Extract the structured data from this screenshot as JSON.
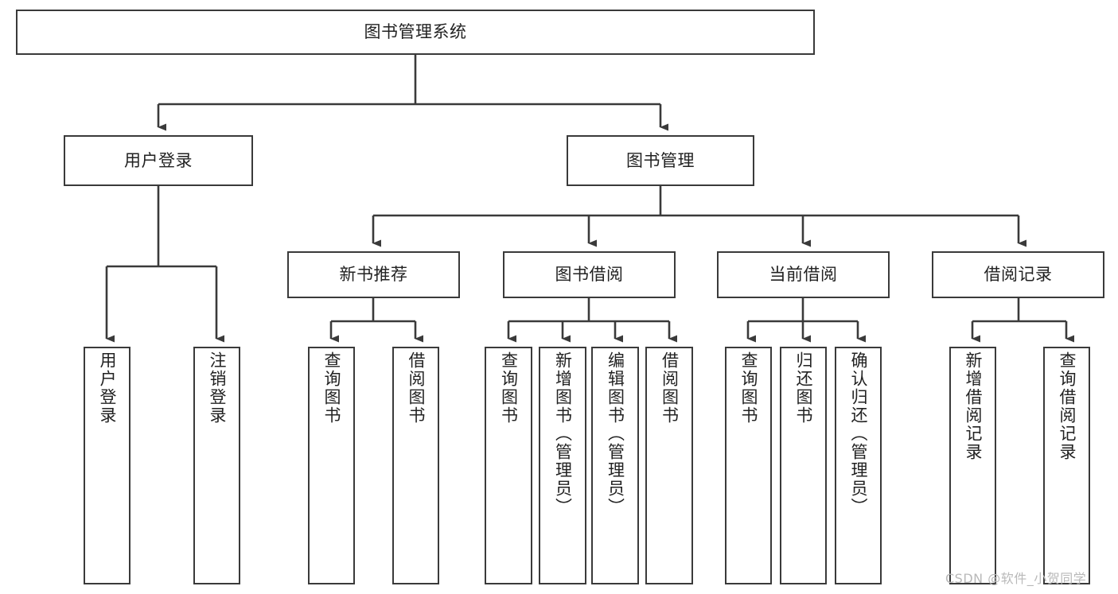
{
  "diagram": {
    "title": "图书管理系统",
    "type": "tree-hierarchy-chart",
    "root": {
      "id": "root",
      "label": "图书管理系统"
    },
    "level2": [
      {
        "id": "user-login",
        "label": "用户登录"
      },
      {
        "id": "book-manage",
        "label": "图书管理"
      }
    ],
    "level3": [
      {
        "id": "new-book-rec",
        "label": "新书推荐"
      },
      {
        "id": "book-borrow",
        "label": "图书借阅"
      },
      {
        "id": "current-borrow",
        "label": "当前借阅"
      },
      {
        "id": "borrow-record",
        "label": "借阅记录"
      }
    ],
    "leaves": {
      "user_login": [
        {
          "id": "leaf-user-login",
          "label": "用户登录"
        },
        {
          "id": "leaf-logout-login",
          "label": "注销登录"
        }
      ],
      "new_book_rec": [
        {
          "id": "leaf-query-book-1",
          "label": "查询图书"
        },
        {
          "id": "leaf-borrow-book-1",
          "label": "借阅图书"
        }
      ],
      "book_borrow": [
        {
          "id": "leaf-query-book-2",
          "label": "查询图书"
        },
        {
          "id": "leaf-add-book",
          "label": "新增图书（管理员）"
        },
        {
          "id": "leaf-edit-book",
          "label": "编辑图书（管理员）"
        },
        {
          "id": "leaf-borrow-book-2",
          "label": "借阅图书"
        }
      ],
      "current_borrow": [
        {
          "id": "leaf-query-book-3",
          "label": "查询图书"
        },
        {
          "id": "leaf-return-book",
          "label": "归还图书"
        },
        {
          "id": "leaf-confirm-return",
          "label": "确认归还（管理员）"
        }
      ],
      "borrow_record": [
        {
          "id": "leaf-add-record",
          "label": "新增借阅记录"
        },
        {
          "id": "leaf-query-record",
          "label": "查询借阅记录"
        }
      ]
    }
  },
  "watermark": {
    "text": "CSDN @软件_小贺同学"
  },
  "colors": {
    "border": "#3a3a3a",
    "text": "#222222",
    "background": "#ffffff",
    "watermark": "#b9b9b9"
  }
}
